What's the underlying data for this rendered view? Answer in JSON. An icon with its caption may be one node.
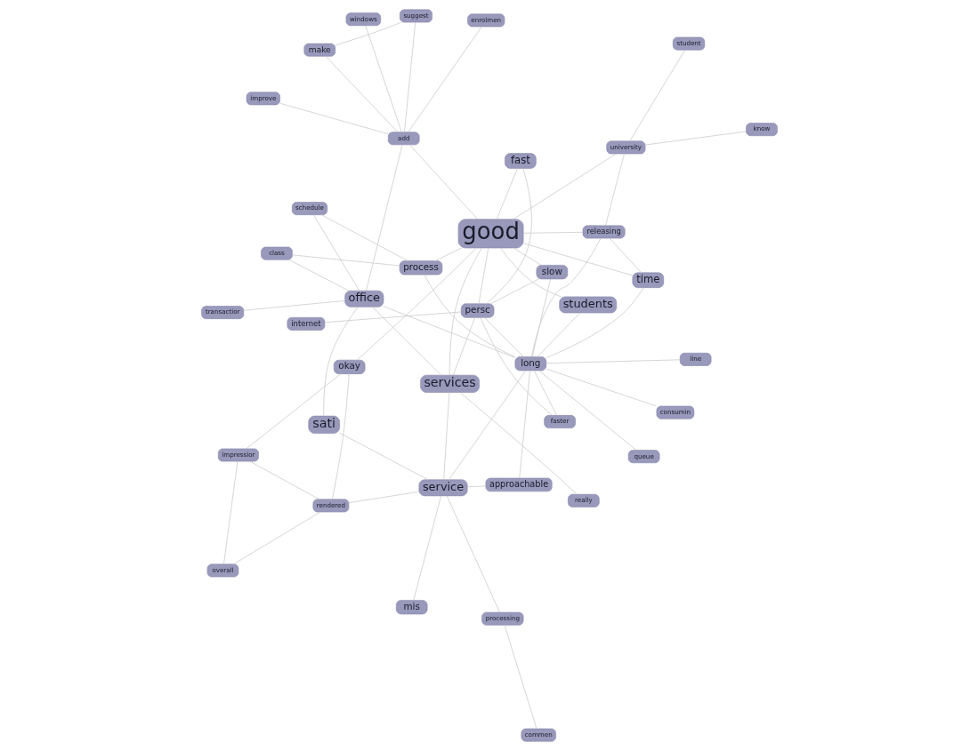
{
  "diagram": {
    "nodes": [
      {
        "text": [
          "transactior"
        ]
      },
      {
        "text": [
          "really"
        ]
      },
      {
        "text": [
          "overall"
        ]
      },
      {
        "text": [
          "impressior"
        ]
      },
      {
        "text": [
          "okay"
        ]
      },
      {
        "text": [
          "schedule"
        ]
      },
      {
        "text": [
          "class"
        ]
      },
      {
        "text": [
          "sati"
        ]
      },
      {
        "text": [
          "services"
        ]
      },
      {
        "text": [
          "rendered"
        ]
      },
      {
        "text": [
          "commen"
        ]
      },
      {
        "text": [
          "students"
        ]
      },
      {
        "text": [
          "slow"
        ]
      },
      {
        "text": [
          "releasing"
        ]
      },
      {
        "text": [
          "process"
        ]
      },
      {
        "text": [
          "time"
        ]
      },
      {
        "text": [
          "processing"
        ]
      },
      {
        "text": [
          "mis"
        ]
      },
      {
        "text": [
          "good"
        ]
      },
      {
        "text": [
          "office"
        ]
      },
      {
        "text": [
          "approachable"
        ]
      },
      {
        "text": [
          "university"
        ]
      },
      {
        "text": [
          "student"
        ]
      },
      {
        "text": [
          "know"
        ]
      },
      {
        "text": [
          "service"
        ]
      },
      {
        "text": [
          "long"
        ]
      },
      {
        "text": [
          "add"
        ]
      },
      {
        "text": [
          "improve"
        ]
      },
      {
        "text": [
          "persc"
        ]
      },
      {
        "text": [
          "suggest"
        ]
      },
      {
        "text": [
          "windows"
        ]
      },
      {
        "text": [
          "line"
        ]
      },
      {
        "text": [
          "faster"
        ]
      },
      {
        "text": [
          "make"
        ]
      },
      {
        "text": [
          "consumin"
        ]
      },
      {
        "text": [
          "queue"
        ]
      },
      {
        "text": [
          "fast"
        ]
      },
      {
        "text": [
          "enrolmen"
        ]
      },
      {
        "text": [
          "internet"
        ]
      }
    ],
    "edges": [
      {
        "from": 0,
        "to": 19,
        "arrow": "none"
      },
      {
        "from": 1,
        "to": 8,
        "arrow": "none"
      },
      {
        "from": 2,
        "to": 3,
        "arrow": "none"
      },
      {
        "from": 2,
        "to": 9,
        "arrow": "none"
      },
      {
        "from": 3,
        "to": 4,
        "arrow": "none"
      },
      {
        "from": 3,
        "to": 9,
        "arrow": "none"
      },
      {
        "from": 4,
        "to": 9,
        "arrow": "none"
      },
      {
        "from": 4,
        "to": 18,
        "arrow": "none"
      },
      {
        "from": 5,
        "to": 19,
        "arrow": "none"
      },
      {
        "from": 6,
        "to": 19,
        "arrow": "none"
      },
      {
        "from": 5,
        "to": 14,
        "arrow": "none"
      },
      {
        "from": 6,
        "to": 14,
        "arrow": "none"
      },
      {
        "from": 10,
        "to": 16,
        "arrow": "none"
      },
      {
        "from": 15,
        "to": 13,
        "arrow": "none"
      },
      {
        "from": 15,
        "to": 25,
        "arrow": "none"
      },
      {
        "from": 15,
        "to": 18,
        "arrow": "none"
      },
      {
        "from": 21,
        "to": 22,
        "arrow": "none"
      },
      {
        "from": 23,
        "to": 21,
        "arrow": "none"
      },
      {
        "from": 21,
        "to": 18,
        "arrow": "none"
      },
      {
        "from": 21,
        "to": 13,
        "arrow": "none"
      },
      {
        "from": 25,
        "to": 13,
        "arrow": "none"
      },
      {
        "from": 25,
        "to": 11,
        "arrow": "none"
      },
      {
        "from": 25,
        "to": 14,
        "arrow": "none"
      },
      {
        "from": 25,
        "to": 19,
        "arrow": "none"
      },
      {
        "from": 25,
        "to": 20,
        "arrow": "none"
      },
      {
        "from": 25,
        "to": 24,
        "arrow": "none"
      },
      {
        "from": 25,
        "to": 28,
        "arrow": "none"
      },
      {
        "from": 25,
        "to": 32,
        "arrow": "none"
      },
      {
        "from": 25,
        "to": 31,
        "arrow": "none"
      },
      {
        "from": 25,
        "to": 34,
        "arrow": "none"
      },
      {
        "from": 25,
        "to": 35,
        "arrow": "none"
      },
      {
        "from": 25,
        "to": 12,
        "arrow": "none"
      },
      {
        "from": 28,
        "to": 32,
        "arrow": "none"
      },
      {
        "from": 28,
        "to": 38,
        "arrow": "none"
      },
      {
        "from": 28,
        "to": 36,
        "arrow": "none"
      },
      {
        "from": 28,
        "to": 18,
        "arrow": "none"
      },
      {
        "from": 28,
        "to": 8,
        "arrow": "none"
      },
      {
        "from": 28,
        "to": 12,
        "arrow": "none"
      },
      {
        "from": 26,
        "to": 18,
        "arrow": "none"
      },
      {
        "from": 26,
        "to": 27,
        "arrow": "none"
      },
      {
        "from": 26,
        "to": 30,
        "arrow": "none"
      },
      {
        "from": 26,
        "to": 37,
        "arrow": "none"
      },
      {
        "from": 26,
        "to": 33,
        "arrow": "none"
      },
      {
        "from": 26,
        "to": 29,
        "arrow": "none"
      },
      {
        "from": 26,
        "to": 19,
        "arrow": "none"
      },
      {
        "from": 29,
        "to": 33,
        "arrow": "none"
      },
      {
        "from": 36,
        "to": 18,
        "arrow": "none"
      },
      {
        "from": 18,
        "to": 8,
        "arrow": "none"
      },
      {
        "from": 18,
        "to": 11,
        "arrow": "none"
      },
      {
        "from": 18,
        "to": 12,
        "arrow": "none"
      },
      {
        "from": 18,
        "to": 14,
        "arrow": "none"
      },
      {
        "from": 18,
        "to": 13,
        "arrow": "none"
      },
      {
        "from": 8,
        "to": 19,
        "arrow": "none"
      },
      {
        "from": 8,
        "to": 24,
        "arrow": "none"
      },
      {
        "from": 7,
        "to": 24,
        "arrow": "none"
      },
      {
        "from": 7,
        "to": 19,
        "arrow": "none"
      },
      {
        "from": 9,
        "to": 24,
        "arrow": "none"
      },
      {
        "from": 17,
        "to": 24,
        "arrow": "none"
      },
      {
        "from": 20,
        "to": 24,
        "arrow": "none"
      },
      {
        "from": 16,
        "to": 24,
        "arrow": "none"
      }
    ]
  }
}
